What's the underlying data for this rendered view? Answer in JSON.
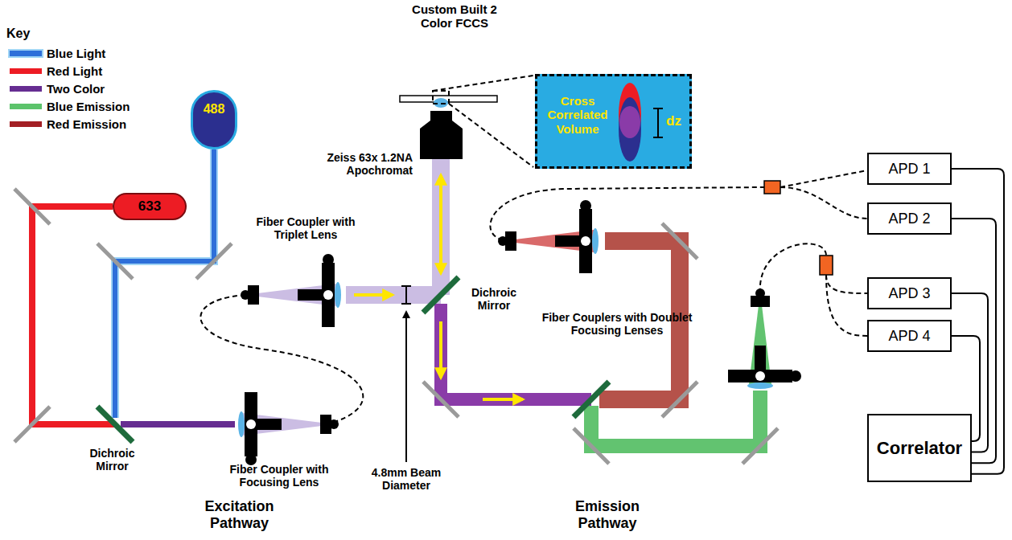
{
  "diagram": {
    "title": "Custom Built 2 Color FCCS",
    "nodes": [
      {
        "text": [
          "633"
        ]
      },
      {
        "text": [
          "488"
        ]
      },
      {
        "text": [
          "Cross Correlated Volume",
          "dz"
        ]
      },
      {
        "text": [
          "APD 1"
        ]
      },
      {
        "text": [
          "APD 2"
        ]
      },
      {
        "text": [
          "APD 3"
        ]
      },
      {
        "text": [
          "APD 4"
        ]
      },
      {
        "text": [
          "Correlator"
        ]
      }
    ],
    "edges": [
      {
        "from": 3,
        "to": 7,
        "arrow": "none"
      },
      {
        "from": 4,
        "to": 7,
        "arrow": "none"
      },
      {
        "from": 5,
        "to": 7,
        "arrow": "none"
      },
      {
        "from": 6,
        "to": 7,
        "arrow": "none"
      }
    ],
    "labels": [
      "Key",
      "Zeiss 63x 1.2NA Apochromat",
      "Fiber Coupler with Triplet Lens",
      "Dichroic Mirror",
      "Fiber Couplers with Doublet Focusing Lenses",
      "Dichroic Mirror",
      "Fiber Coupler with Focusing Lens",
      "4.8mm Beam Diameter",
      "Excitation Pathway",
      "Emission Pathway"
    ],
    "legend": [
      {
        "text": "Blue Light",
        "color": "#2e6fd9"
      },
      {
        "text": "Red Light",
        "color": "#ed1c24"
      },
      {
        "text": "Two Color",
        "color": "#662d91"
      },
      {
        "text": "Blue Emission",
        "color": "#5cc36b"
      },
      {
        "text": "Red Emission",
        "color": "#a31f24"
      }
    ]
  }
}
